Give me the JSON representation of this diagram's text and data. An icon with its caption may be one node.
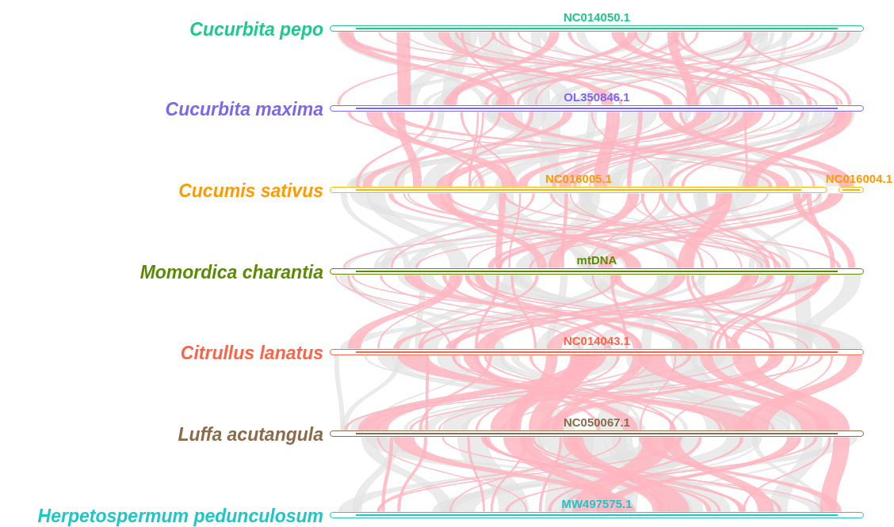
{
  "diagram": {
    "nodes": [
      {
        "text": [
          "NC014050.1"
        ],
        "beside": [
          "Cucurbita pepo"
        ]
      },
      {
        "text": [
          "OL350846.1"
        ],
        "beside": [
          "Cucurbita maxima"
        ]
      },
      {
        "text": [
          "NC016005.1"
        ],
        "beside": [
          "Cucumis sativus"
        ]
      },
      {
        "text": [
          "NC016004.1"
        ]
      },
      {
        "text": [
          "mtDNA"
        ],
        "beside": [
          "Momordica charantia"
        ]
      },
      {
        "text": [
          "NC014043.1"
        ],
        "beside": [
          "Citrullus lanatus"
        ]
      },
      {
        "text": [
          "NC050067.1"
        ],
        "beside": [
          "Luffa acutangula"
        ]
      },
      {
        "text": [
          "MW497575.1"
        ],
        "beside": [
          "Herpetospermum pedunculosum"
        ]
      }
    ],
    "edges": []
  }
}
